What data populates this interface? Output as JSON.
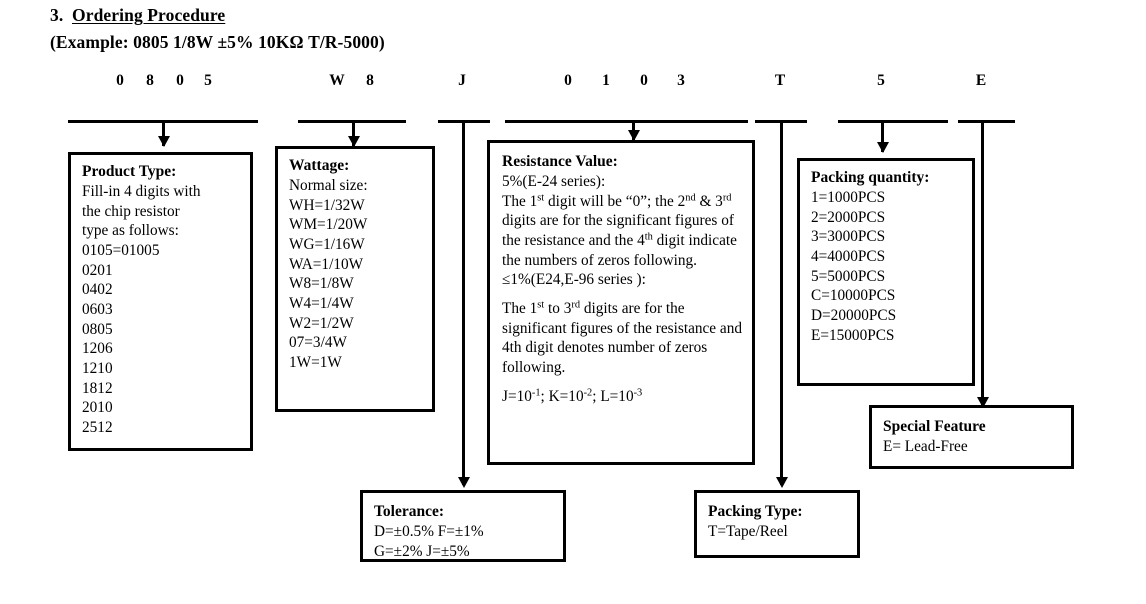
{
  "document": {
    "section_number": "3.",
    "section_title": "Ordering Procedure",
    "example_line": "(Example: 0805 1/8W ±5% 10KΩ T/R-5000)"
  },
  "part_code": {
    "characters": [
      "0",
      "8",
      "0",
      "5",
      "W",
      "8",
      "J",
      "0",
      "1",
      "0",
      "3",
      "T",
      "5",
      "E"
    ]
  },
  "boxes": {
    "product_type": {
      "title": "Product Type:",
      "lines": [
        "Fill-in 4 digits with",
        "the chip resistor",
        "type as follows:",
        "0105=01005",
        "0201",
        "0402",
        "0603",
        "0805",
        "1206",
        "1210",
        "1812",
        "2010",
        "2512"
      ]
    },
    "wattage": {
      "title": "Wattage:",
      "lines": [
        "Normal size:",
        "WH=1/32W",
        "WM=1/20W",
        "WG=1/16W",
        "WA=1/10W",
        "W8=1/8W",
        "W4=1/4W",
        "W2=1/2W",
        "07=3/4W",
        "1W=1W"
      ]
    },
    "resistance_value": {
      "title": "Resistance Value:",
      "series_5pct_label": "5%(E-24 series):",
      "para_5pct": "The 1st digit will be “0”; the 2nd & 3rd digits are for the significant figures of the resistance and the 4th digit indicate the numbers of zeros following.",
      "series_1pct_label": "≤1%(E24,E-96 series ):",
      "para_1pct": "The 1st to 3rd digits are for the significant figures of the resistance and 4th digit denotes number of zeros following.",
      "multipliers": "J=10-1; K=10-2; L=10-3"
    },
    "packing_quantity": {
      "title": "Packing quantity:",
      "lines": [
        "1=1000PCS",
        "2=2000PCS",
        "3=3000PCS",
        "4=4000PCS",
        "5=5000PCS",
        "C=10000PCS",
        "D=20000PCS",
        "E=15000PCS"
      ]
    },
    "special_feature": {
      "title": "Special Feature",
      "lines": [
        "E= Lead-Free"
      ]
    },
    "tolerance": {
      "title": "Tolerance:",
      "lines": [
        "D=±0.5%  F=±1%",
        "G=±2%   J=±5%"
      ]
    },
    "packing_type": {
      "title": "Packing Type:",
      "lines": [
        "T=Tape/Reel"
      ]
    }
  }
}
